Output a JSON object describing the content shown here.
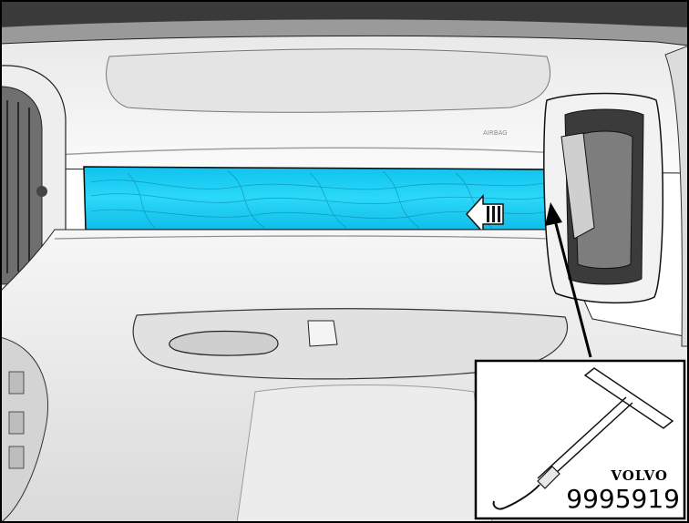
{
  "illustration": {
    "airbag_marking": "AIRBAG"
  },
  "tool_callout": {
    "brand": "VOLVO",
    "part_number": "9995919"
  },
  "colors": {
    "trim_highlight": "#1ad0f0",
    "outline": "#111111",
    "surface": "#f2f2f2",
    "shadow": "#c9c9c9"
  },
  "icons": [
    "push-direction-arrow-icon",
    "pointer-arrow-icon",
    "t-handle-hook-tool-icon"
  ]
}
